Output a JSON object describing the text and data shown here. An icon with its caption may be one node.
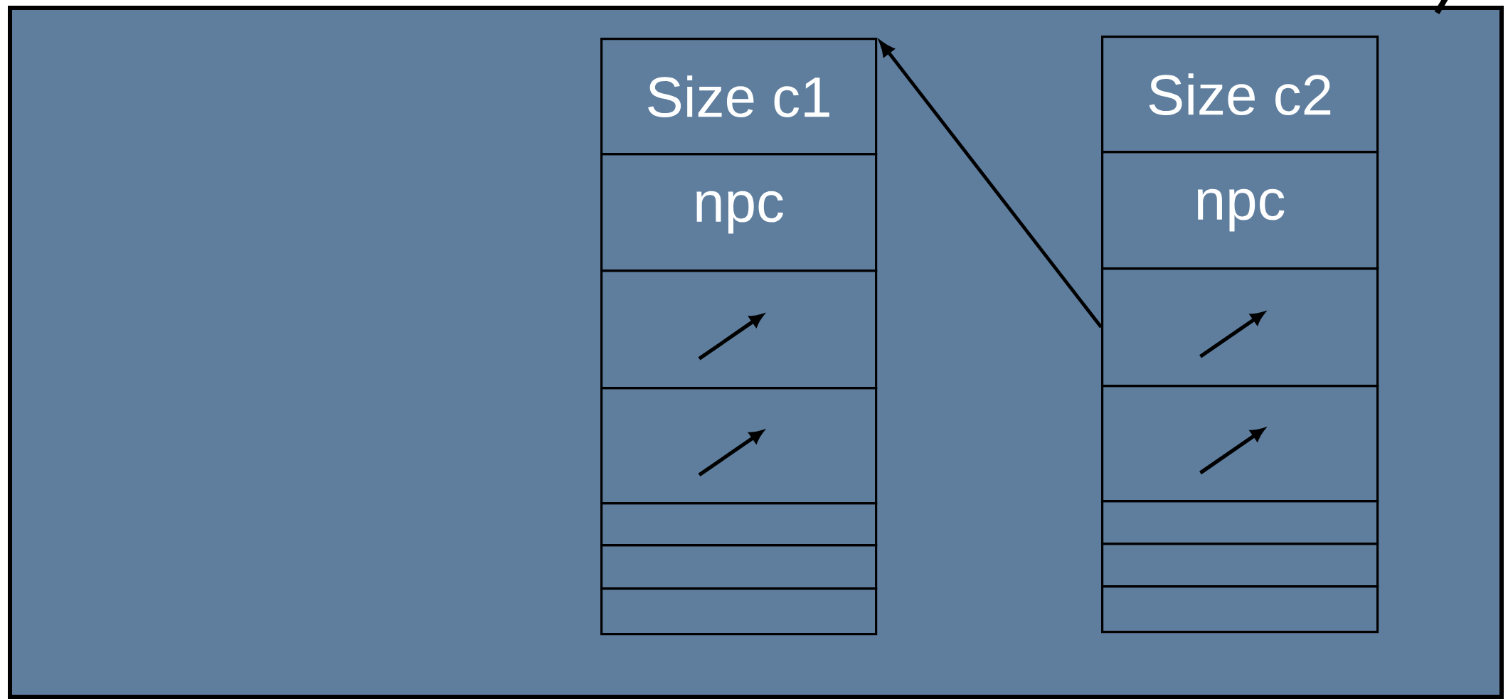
{
  "diagram": {
    "nodes": [
      {
        "text": [
          "Size c1"
        ]
      },
      {
        "text": [
          "npc"
        ]
      },
      {
        "text": [],
        "shape": "box"
      },
      {
        "text": [],
        "shape": "box"
      },
      {
        "text": [],
        "shape": "box"
      },
      {
        "text": [],
        "shape": "box"
      },
      {
        "text": [],
        "shape": "box"
      },
      {
        "text": [
          "Size c2"
        ]
      },
      {
        "text": [
          "npc"
        ]
      },
      {
        "text": [],
        "shape": "box"
      },
      {
        "text": [],
        "shape": "box"
      },
      {
        "text": [],
        "shape": "box"
      },
      {
        "text": [],
        "shape": "box"
      },
      {
        "text": [],
        "shape": "box"
      }
    ],
    "edges": [
      {
        "from": 9,
        "to": 0,
        "arrow": "to"
      }
    ]
  }
}
